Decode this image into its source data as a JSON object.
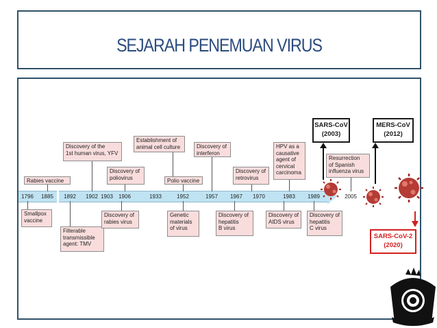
{
  "header": {
    "title": "SEJARAH PENEMUAN VIRUS"
  },
  "timeline": {
    "years": [
      "1796",
      "1885",
      "1892",
      "1902",
      "1903",
      "1906",
      "1933",
      "1952",
      "1957",
      "1967",
      "1970",
      "1983",
      "1989",
      "2005"
    ],
    "events_above": [
      "Rabies vaccine",
      "Discovery of the\n1st human virus, YFV",
      "Discovery of\npoliovirus",
      "Establishment of\nanimal cell culture",
      "Polio vaccine",
      "Discovery of\ninterferon",
      "Discovery of\nretrovirus",
      "HPV as a\ncausative\nagent of\ncervical\ncarcinoma",
      "Resurrection\nof Spanish\ninfluenza virus"
    ],
    "events_below": [
      "Smallpox\nvaccine",
      "Filterable\ntransmissible\nagent: TMV",
      "Discovery of\nrabies virus",
      "Genetic\nmaterials\nof virus",
      "Discovery of\nhepatitis\nB virus",
      "Discovery of\nAIDS virus",
      "Discovery of\nhepatitis\nC virus"
    ]
  },
  "callouts": {
    "sars_cov": "SARS-CoV\n(2003)",
    "mers_cov": "MERS-CoV\n(2012)",
    "sars_cov_2": "SARS-CoV-2\n(2020)"
  },
  "colors": {
    "frame": "#2f5168",
    "title": "#2b4c7e",
    "event_box": "#f9dddd",
    "timeline_bar": "#bfe3f2",
    "covid_red": "#d32020"
  }
}
